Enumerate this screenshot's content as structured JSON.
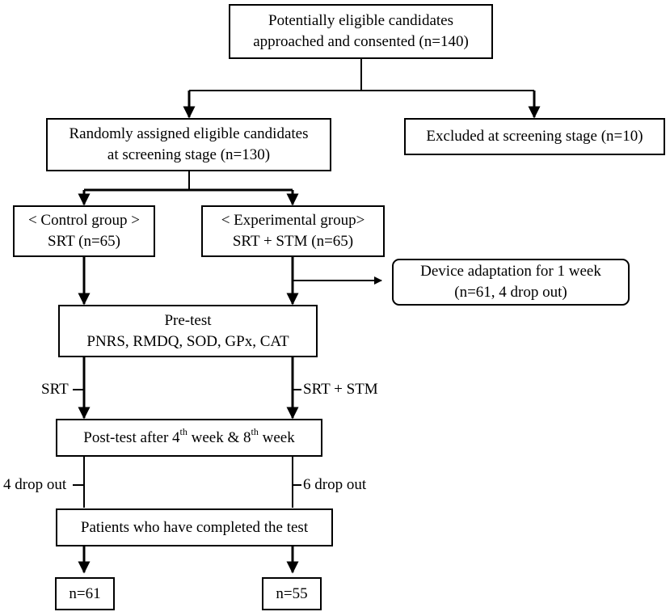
{
  "boxes": {
    "consented": {
      "line1": "Potentially eligible candidates",
      "line2": "approached and consented (n=140)"
    },
    "randomized": {
      "line1": "Randomly assigned eligible candidates",
      "line2": "at screening stage (n=130)"
    },
    "excluded": {
      "line1": "Excluded at screening stage (n=10)"
    },
    "control": {
      "line1": "< Control group >",
      "line2": "SRT (n=65)"
    },
    "experimental": {
      "line1": "< Experimental group>",
      "line2": "SRT + STM (n=65)"
    },
    "adaptation": {
      "line1": "Device adaptation for 1 week",
      "line2": "(n=61, 4 drop out)"
    },
    "pretest": {
      "line1": "Pre-test",
      "line2": "PNRS, RMDQ, SOD, GPx, CAT"
    },
    "posttest": {
      "prefix": "Post-test after 4",
      "sup1": "th",
      "middle": " week & 8",
      "sup2": "th",
      "suffix": " week"
    },
    "completed": {
      "line1": "Patients who have completed the test"
    },
    "final_control": {
      "line1": "n=61"
    },
    "final_experimental": {
      "line1": "n=55"
    }
  },
  "labels": {
    "control_treatment": "SRT",
    "experimental_treatment": "SRT + STM",
    "control_dropout": "4 drop out",
    "experimental_dropout": "6 drop out"
  }
}
